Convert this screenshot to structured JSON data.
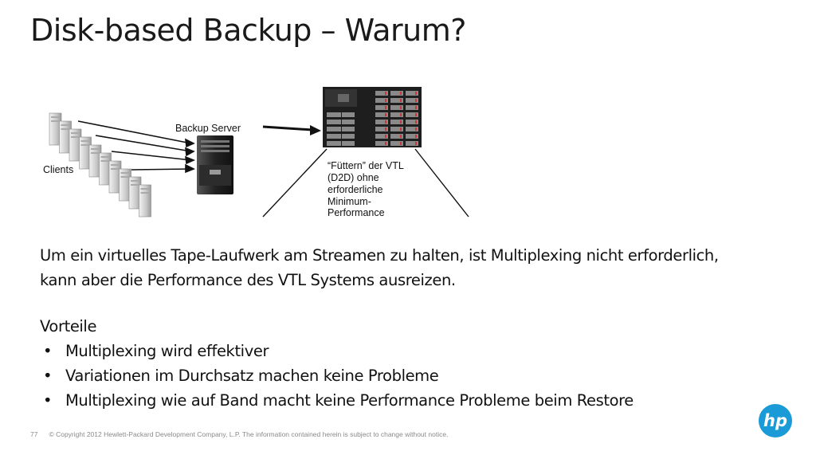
{
  "slide": {
    "title": "Disk-based Backup – Warum?",
    "page_number": "77",
    "copyright": "© Copyright 2012 Hewlett-Packard Development Company, L.P.  The information contained herein is subject to change without notice.",
    "logo_text": "hp"
  },
  "diagram": {
    "clients_label": "Clients",
    "backup_server_label": "Backup Server",
    "vtl_note_lines": [
      "“Füttern” der VTL",
      "(D2D) ohne",
      "erforderliche",
      "Minimum-",
      "Performance"
    ],
    "tape_block_colors": [
      "#1f7fc4",
      "#3aa35a",
      "#1f7fc4",
      "#3aa35a",
      "#1f7fc4",
      "#f2a51e",
      "#1f7fc4",
      "#3aa35a",
      "#1f7fc4",
      "#f2a51e",
      "#1f7fc4",
      "#3aa35a",
      "#1f7fc4",
      "#3aa35a"
    ]
  },
  "content": {
    "paragraph": "Um ein virtuelles Tape-Laufwerk am Streamen zu halten, ist Multiplexing nicht erforderlich, kann aber die Performance des VTL Systems ausreizen.",
    "advantages_heading": "Vorteile",
    "bullets": [
      "Multiplexing wird effektiver",
      "Variationen im Durchsatz machen keine Probleme",
      "Multiplexing wie auf Band macht keine Performance Probleme beim Restore"
    ],
    "bullet_symbol": "•"
  },
  "colors": {
    "hp_blue": "#1a9ad6",
    "title_text": "#1a1a1a",
    "footer_text": "#8a8a8a"
  }
}
